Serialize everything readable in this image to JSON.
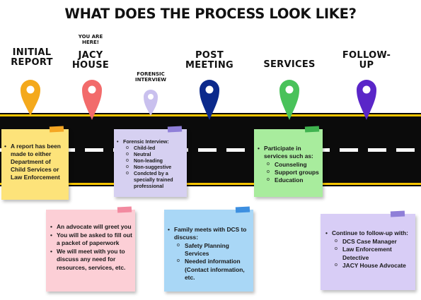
{
  "title": "WHAT DOES THE PROCESS LOOK LIKE?",
  "stages": {
    "initial_report": {
      "label": "INITIAL\nREPORT",
      "color": "#f4a91c"
    },
    "jacy_house": {
      "tag": "YOU ARE\nHERE!",
      "label": "JACY\nHOUSE",
      "color": "#f26b6b"
    },
    "forensic_interview": {
      "label": "FORENSIC\nINTERVIEW",
      "color": "#c9c0ee"
    },
    "post_meeting": {
      "label": "POST\nMEETING",
      "color": "#0c2a8c"
    },
    "services": {
      "label": "SERVICES",
      "color": "#49c25a"
    },
    "follow_up": {
      "label": "FOLLOW-\nUP",
      "color": "#5a26c8"
    }
  },
  "notes": {
    "initial_report": {
      "color": "#fde37a",
      "tape": "#f5a623",
      "items": [
        {
          "type": "main",
          "text": "A report has been made to either Department of Child Services or Law Enforcement"
        }
      ]
    },
    "forensic_interview": {
      "color": "#d6d0f1",
      "tape": "#8f7fd8",
      "items": [
        {
          "type": "main",
          "text": "Forensic Interview:"
        },
        {
          "type": "sub",
          "text": "Child-led"
        },
        {
          "type": "sub",
          "text": "Neutral"
        },
        {
          "type": "sub",
          "text": "Non-leading"
        },
        {
          "type": "sub",
          "text": "Non-suggestive"
        },
        {
          "type": "sub",
          "text": "Condcted by a specially trained professional"
        }
      ]
    },
    "services": {
      "color": "#a8ec9d",
      "tape": "#3fb34f",
      "items": [
        {
          "type": "main",
          "text": "Participate in services such as:"
        },
        {
          "type": "sub",
          "text": "Counseling"
        },
        {
          "type": "sub",
          "text": "Support groups"
        },
        {
          "type": "sub",
          "text": "Education"
        }
      ]
    },
    "jacy_house": {
      "color": "#fccfd6",
      "tape": "#f28aa0",
      "items": [
        {
          "type": "main",
          "text": "An advocate will greet you"
        },
        {
          "type": "main",
          "text": "You will be asked to fill out a packet of paperwork"
        },
        {
          "type": "main",
          "text": "We will meet with you to discuss any need for resources, services, etc."
        }
      ]
    },
    "post_meeting": {
      "color": "#a9d7f6",
      "tape": "#3d8fe0",
      "items": [
        {
          "type": "main",
          "text": "Family meets with DCS to discuss:"
        },
        {
          "type": "sub",
          "text": "Safety Planning Services"
        },
        {
          "type": "sub",
          "text": "Needed information (Contact information, etc."
        }
      ]
    },
    "follow_up": {
      "color": "#d8cdf6",
      "tape": "#8f7fd8",
      "items": [
        {
          "type": "main",
          "text": "Continue to follow-up with:"
        },
        {
          "type": "sub",
          "text": "DCS Case Manager"
        },
        {
          "type": "sub",
          "text": "Law Enforcement Detective"
        },
        {
          "type": "sub",
          "text": "JACY House Advocate"
        }
      ]
    }
  }
}
